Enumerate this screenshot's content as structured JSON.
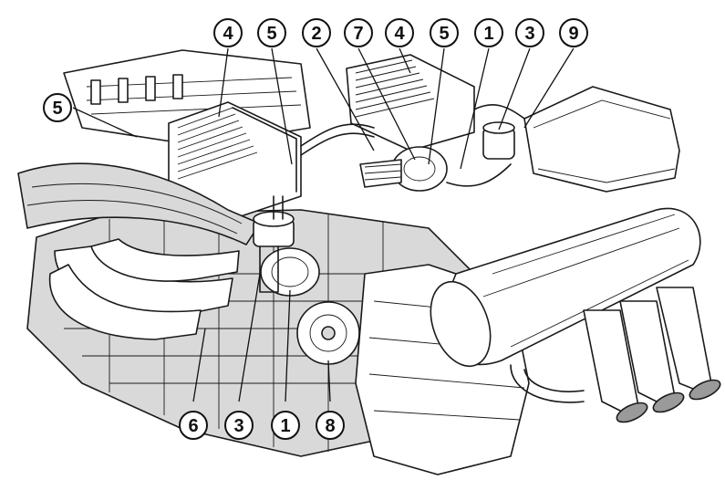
{
  "callouts": [
    {
      "id": "c-top-4a",
      "label": "4"
    },
    {
      "id": "c-top-5a",
      "label": "5"
    },
    {
      "id": "c-top-2",
      "label": "2"
    },
    {
      "id": "c-top-7",
      "label": "7"
    },
    {
      "id": "c-top-4b",
      "label": "4"
    },
    {
      "id": "c-top-5b",
      "label": "5"
    },
    {
      "id": "c-top-1",
      "label": "1"
    },
    {
      "id": "c-top-3",
      "label": "3"
    },
    {
      "id": "c-top-9",
      "label": "9"
    },
    {
      "id": "c-left-5",
      "label": "5"
    },
    {
      "id": "c-bot-6",
      "label": "6"
    },
    {
      "id": "c-bot-3",
      "label": "3"
    },
    {
      "id": "c-bot-1",
      "label": "1"
    },
    {
      "id": "c-bot-8",
      "label": "8"
    }
  ]
}
